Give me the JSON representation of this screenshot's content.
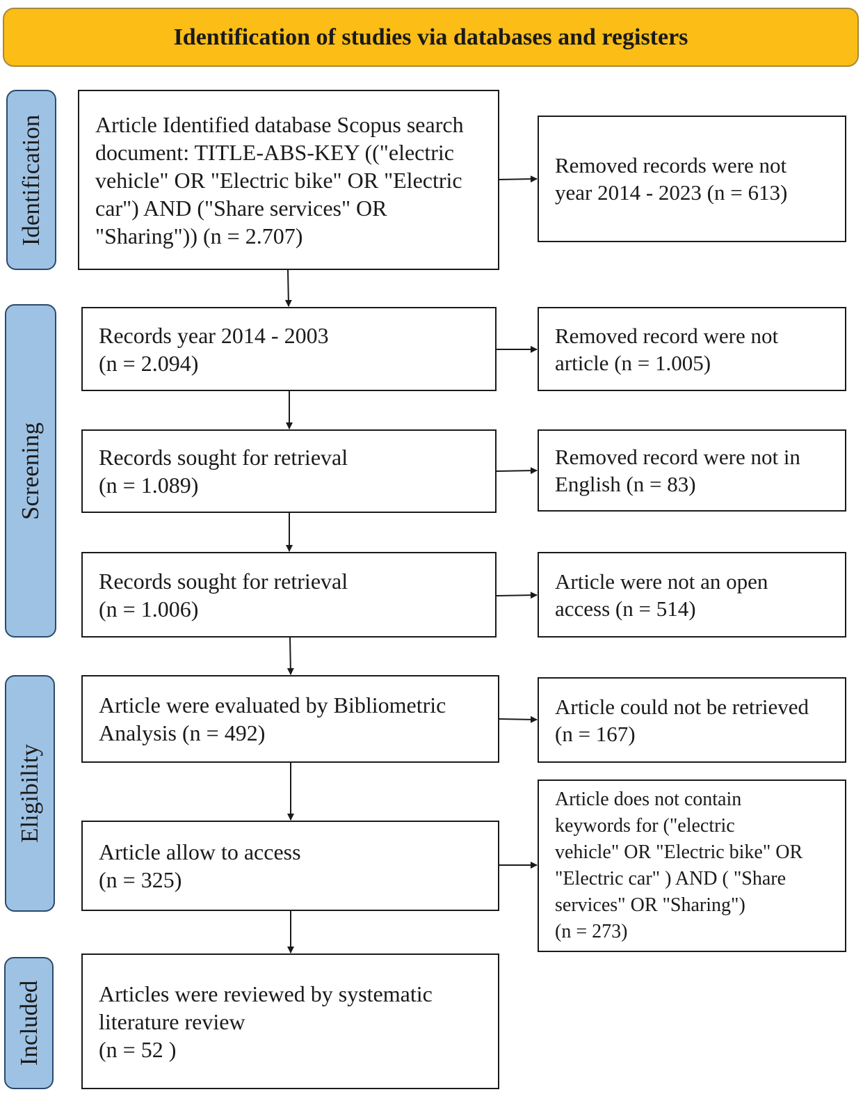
{
  "header": "Identification of studies via databases and registers",
  "phases": {
    "identification": "Identification",
    "screening": "Screening",
    "eligibility": "Eligibility",
    "included": "Included"
  },
  "boxes": {
    "identified": [
      "Article Identified database Scopus search",
      "document: TITLE-ABS-KEY ((\"electric",
      "vehicle\" OR \"Electric bike\" OR \"Electric",
      "car\") AND (\"Share services\" OR",
      "\"Sharing\")) (n = 2.707)"
    ],
    "removed_year": [
      "Removed records were not",
      "year 2014 - 2023 (n = 613)"
    ],
    "records_year": [
      "Records year 2014 - 2003",
      "(n = 2.094)"
    ],
    "removed_article": [
      "Removed record were not",
      "article (n = 1.005)"
    ],
    "sought_1": [
      "Records sought for retrieval",
      "(n = 1.089)"
    ],
    "removed_english": [
      "Removed record were not in",
      "English (n = 83)"
    ],
    "sought_2": [
      "Records sought for retrieval",
      "(n = 1.006)"
    ],
    "not_open_access": [
      "Article were not an open",
      "access  (n = 514)"
    ],
    "evaluated": [
      "Article were evaluated by Bibliometric",
      "Analysis (n = 492)"
    ],
    "not_retrieved": [
      "Article could not be retrieved",
      "(n = 167)"
    ],
    "allow_access": [
      "Article allow to access",
      "(n = 325)"
    ],
    "no_keywords": [
      "Article does not contain",
      "keywords for (\"electric",
      "vehicle\" OR \"Electric bike\" OR",
      "\"Electric car\" ) AND ( \"Share",
      "services\" OR \"Sharing\")",
      " (n = 273)"
    ],
    "reviewed": [
      "Articles were reviewed by systematic",
      "literature review",
      "(n = 52 )"
    ]
  }
}
